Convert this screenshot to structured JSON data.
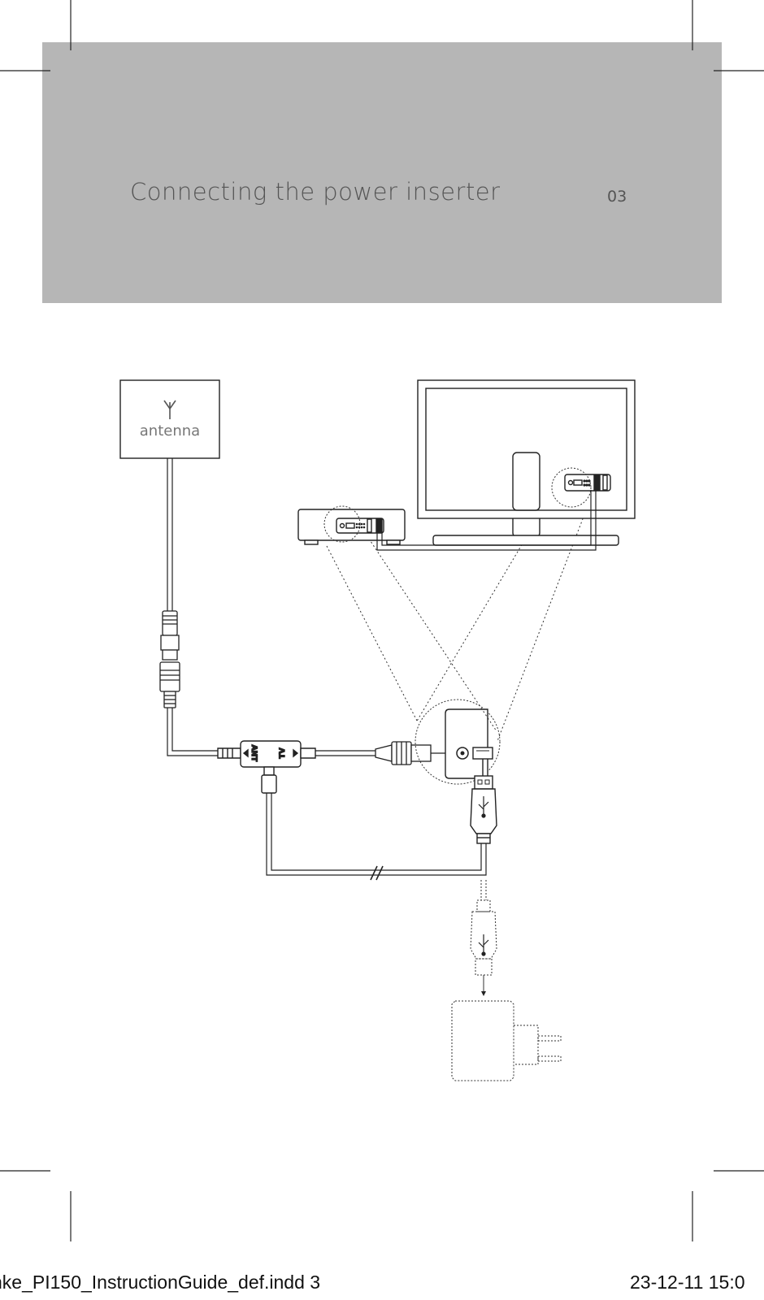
{
  "header": {
    "title": "Connecting the power inserter",
    "page_number": "03"
  },
  "diagram": {
    "antenna_label": "antenna",
    "inserter_port_ant": "ANT",
    "inserter_port_tv": "TV"
  },
  "footer": {
    "file_slug": "nke_PI150_InstructionGuide_def.indd   3",
    "date_time": "23-12-11    15:0"
  },
  "colors": {
    "header_band": "#b6b6b6",
    "title_text": "#555555",
    "line": "#222222"
  }
}
